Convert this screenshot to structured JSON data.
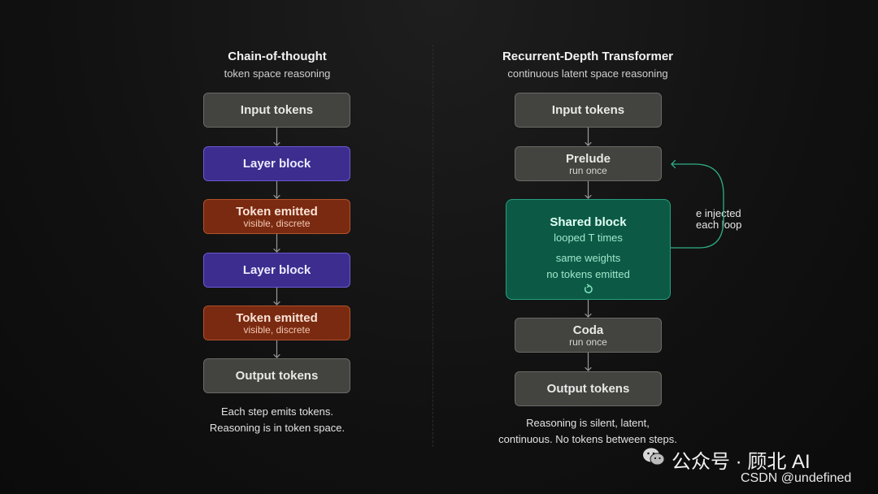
{
  "left": {
    "title": "Chain-of-thought",
    "subtitle": "token space reasoning",
    "boxes": [
      {
        "label": "Input tokens",
        "sub": ""
      },
      {
        "label": "Layer block",
        "sub": ""
      },
      {
        "label": "Token emitted",
        "sub": "visible, discrete"
      },
      {
        "label": "Layer block",
        "sub": ""
      },
      {
        "label": "Token emitted",
        "sub": "visible, discrete"
      },
      {
        "label": "Output tokens",
        "sub": ""
      }
    ],
    "footer": [
      "Each step emits tokens.",
      "Reasoning is in token space."
    ]
  },
  "right": {
    "title": "Recurrent-Depth Transformer",
    "subtitle": "continuous latent space reasoning",
    "input": {
      "label": "Input tokens"
    },
    "prelude": {
      "label": "Prelude",
      "sub": "run once"
    },
    "shared": {
      "label": "Shared block",
      "sub1": "looped T times",
      "sub2": "same weights",
      "sub3": "no tokens emitted"
    },
    "coda": {
      "label": "Coda",
      "sub": "run once"
    },
    "output": {
      "label": "Output tokens"
    },
    "loop_label": [
      "e injected",
      "each loop"
    ],
    "footer": [
      "Reasoning is silent, latent,",
      "continuous. No tokens between steps."
    ]
  },
  "watermark": {
    "wechat_text": "公众号 · 顾北 AI",
    "csdn_text": "CSDN @undefined"
  },
  "colors": {
    "gray_box": "#434440",
    "purple_box": "#3c2d8f",
    "orange_box": "#7a2a10",
    "teal_box": "#0c5a45",
    "arrow": "#9a9a9a",
    "loop_arrow": "#2fae86"
  }
}
